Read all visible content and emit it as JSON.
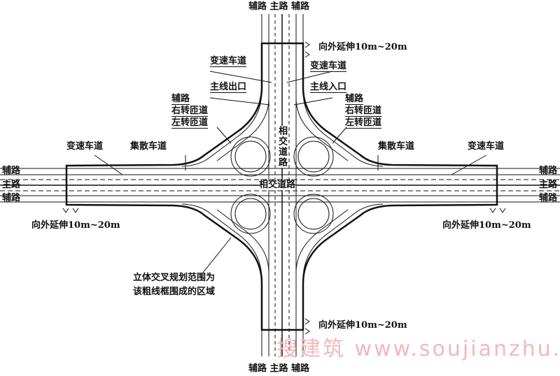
{
  "labels": {
    "top_roads": "辅路 主路 辅路",
    "bottom_roads": "辅路 主路 辅路",
    "extend": "向外延伸10m~20m",
    "speed_lane": "变速车道",
    "main_exit": "主线出口",
    "main_entry": "主线入口",
    "aux_road": "辅路",
    "main_road": "主路",
    "right_ramp": "右转匝道",
    "left_ramp": "左转匝道",
    "cd_lane": "集散车道",
    "cross_road": "相交道路",
    "note_line1": "立体交叉规划范围为",
    "note_line2": "该粗线框围成的区域"
  },
  "watermark": "搜建筑 www.soujianzhu.cn"
}
